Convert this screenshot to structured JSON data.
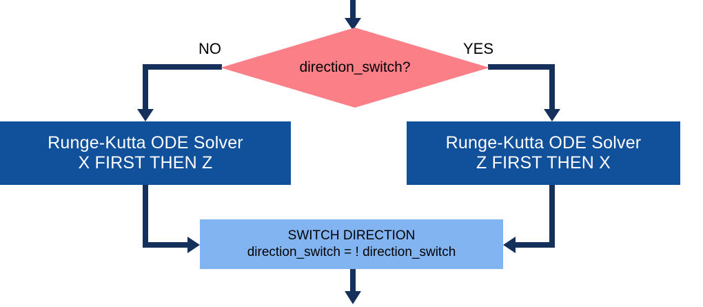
{
  "diagram": {
    "type": "flowchart",
    "title": "direction switch flowchart",
    "colors": {
      "decision_fill": "#FA7F87",
      "process_fill": "#11509B",
      "process_text": "#FFFFFF",
      "switch_fill": "#82B4F2",
      "switch_text": "#000000",
      "connector": "#16305C",
      "background": "#FFFFFF"
    },
    "decision": {
      "text": "direction_switch?"
    },
    "branches": {
      "no_label": "NO",
      "yes_label": "YES"
    },
    "process_left": {
      "line1": "Runge-Kutta ODE Solver",
      "line2": "X FIRST THEN Z"
    },
    "process_right": {
      "line1": "Runge-Kutta ODE Solver",
      "line2": "Z FIRST THEN X"
    },
    "switch_node": {
      "line1": "SWITCH DIRECTION",
      "line2": "direction_switch = ! direction_switch"
    }
  }
}
